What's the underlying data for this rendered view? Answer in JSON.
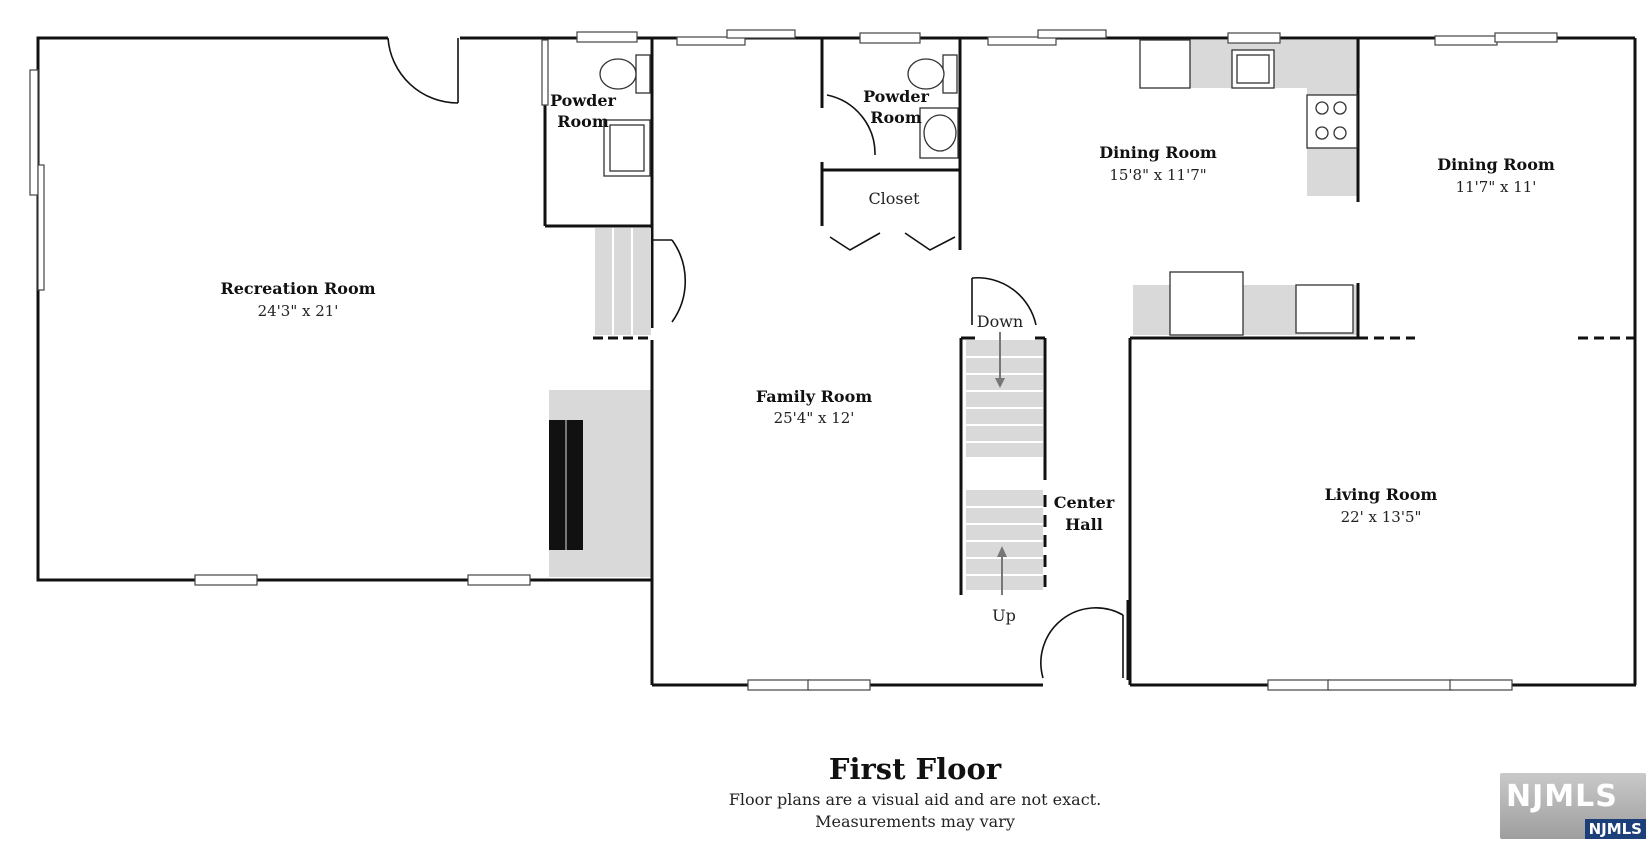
{
  "rooms": {
    "recreation": {
      "name": "Recreation Room",
      "dims": "24'3\" x 21'"
    },
    "powder_left": {
      "name_line1": "Powder",
      "name_line2": "Room"
    },
    "powder_right": {
      "name_line1": "Powder",
      "name_line2": "Room"
    },
    "closet": {
      "name": "Closet"
    },
    "dining_left": {
      "name": "Dining Room",
      "dims": "15'8\" x 11'7\""
    },
    "dining_right": {
      "name": "Dining Room",
      "dims": "11'7\" x 11'"
    },
    "family": {
      "name": "Family Room",
      "dims": "25'4\" x 12'"
    },
    "center_hall": {
      "name_line1": "Center",
      "name_line2": "Hall"
    },
    "living": {
      "name": "Living Room",
      "dims": "22' x 13'5\""
    }
  },
  "stairs": {
    "down_label": "Down",
    "up_label": "Up"
  },
  "footer": {
    "title": "First Floor",
    "note_line1": "Floor plans are a visual aid and are not exact.",
    "note_line2": "Measurements may vary"
  },
  "logo": {
    "main": "NJMLS",
    "badge": "NJMLS"
  },
  "colors": {
    "walls": "#111111",
    "fixtures_fill": "#d9d9d9",
    "logo_badge": "#1c3f79"
  }
}
